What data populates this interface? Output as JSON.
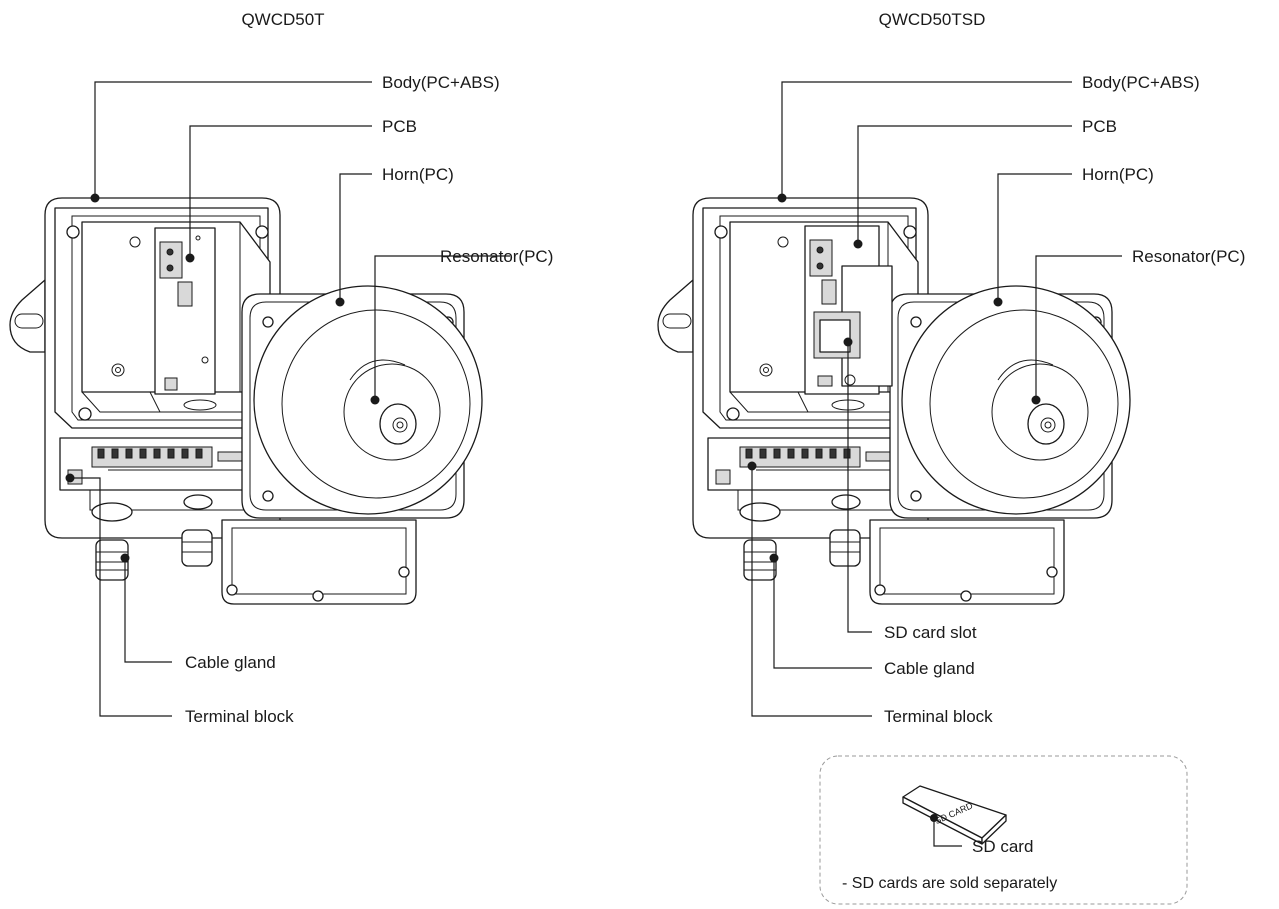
{
  "models": [
    {
      "title": "QWCD50T",
      "labels": {
        "body": "Body(PC+ABS)",
        "pcb": "PCB",
        "horn": "Horn(PC)",
        "resonator": "Resonator(PC)",
        "cable_gland": "Cable gland",
        "terminal_block": "Terminal block"
      }
    },
    {
      "title": "QWCD50TSD",
      "labels": {
        "body": "Body(PC+ABS)",
        "pcb": "PCB",
        "horn": "Horn(PC)",
        "resonator": "Resonator(PC)",
        "sd_slot": "SD card slot",
        "cable_gland": "Cable gland",
        "terminal_block": "Terminal block"
      }
    }
  ],
  "sd_box": {
    "card_print": "SD CARD",
    "label": "SD card",
    "note": "- SD cards are sold separately"
  }
}
